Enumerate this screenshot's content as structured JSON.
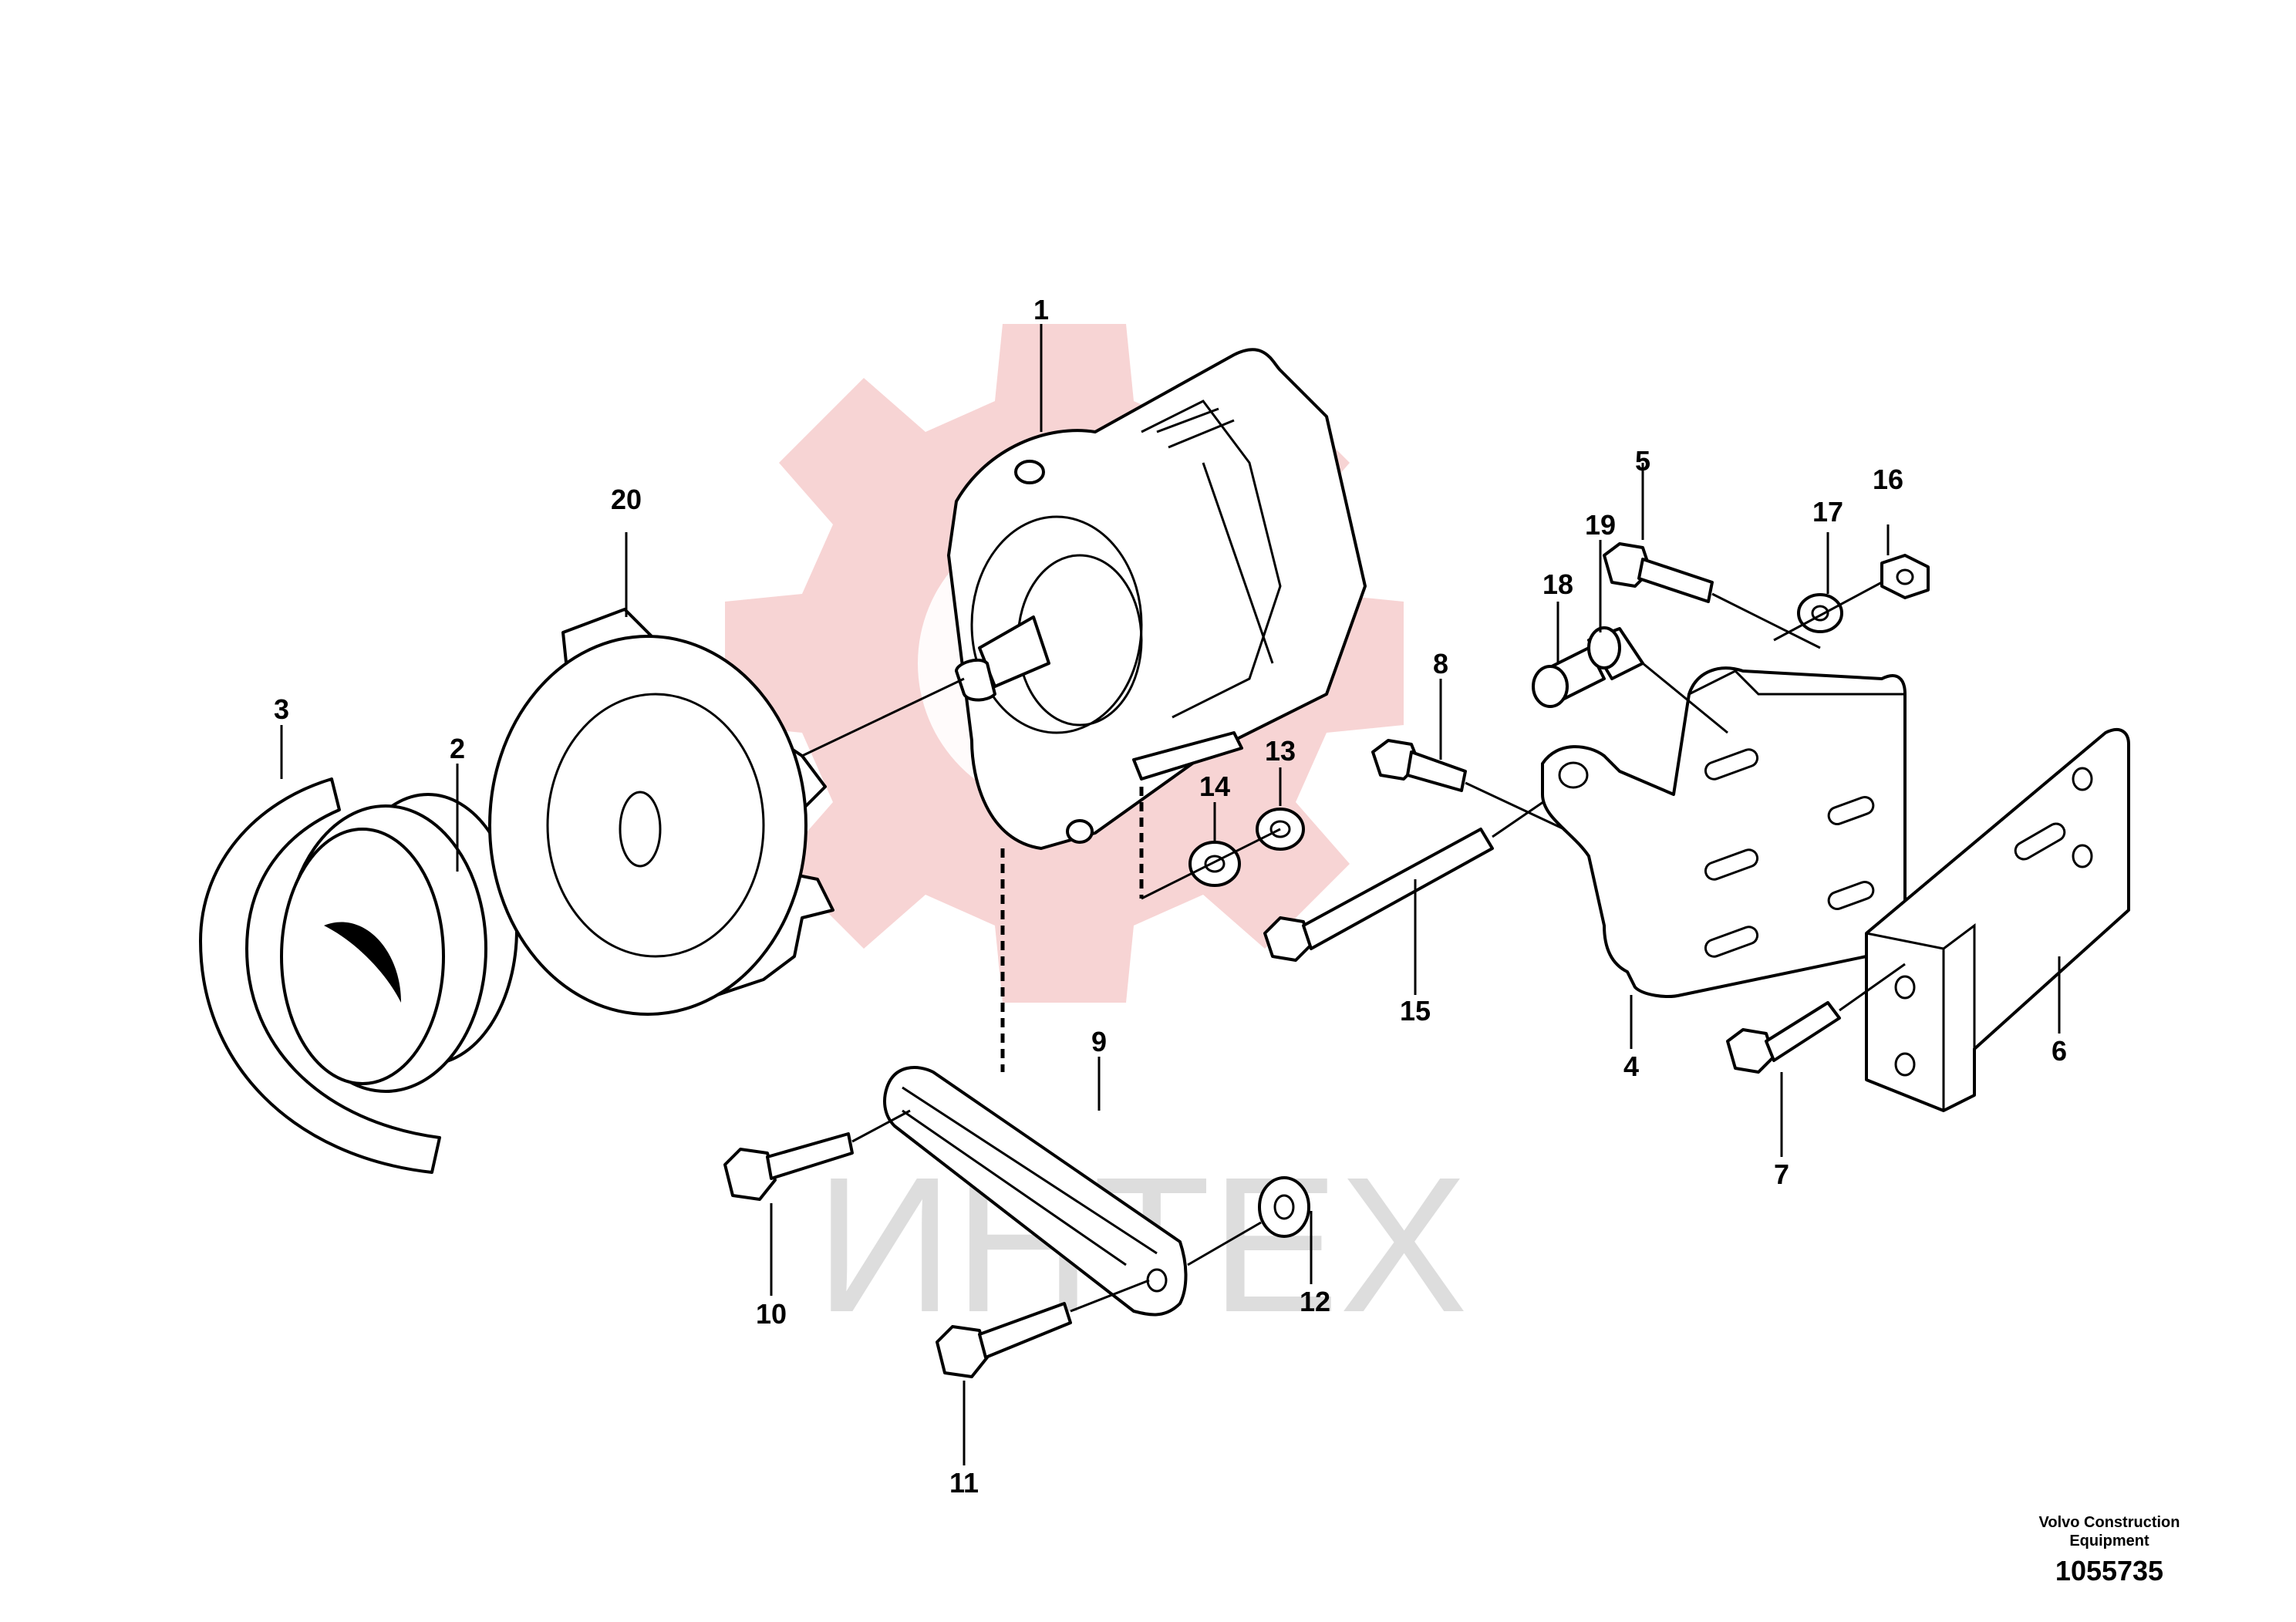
{
  "watermark": {
    "text": "ИНТЕХ",
    "gear_color": "#f3c7c7",
    "text_color": "#d9d9d9"
  },
  "callouts": [
    "1",
    "2",
    "3",
    "4",
    "5",
    "6",
    "7",
    "8",
    "9",
    "10",
    "11",
    "12",
    "13",
    "14",
    "15",
    "16",
    "17",
    "18",
    "19",
    "20"
  ],
  "footer": {
    "brand_line1": "Volvo Construction",
    "brand_line2": "Equipment",
    "number": "1055735"
  }
}
